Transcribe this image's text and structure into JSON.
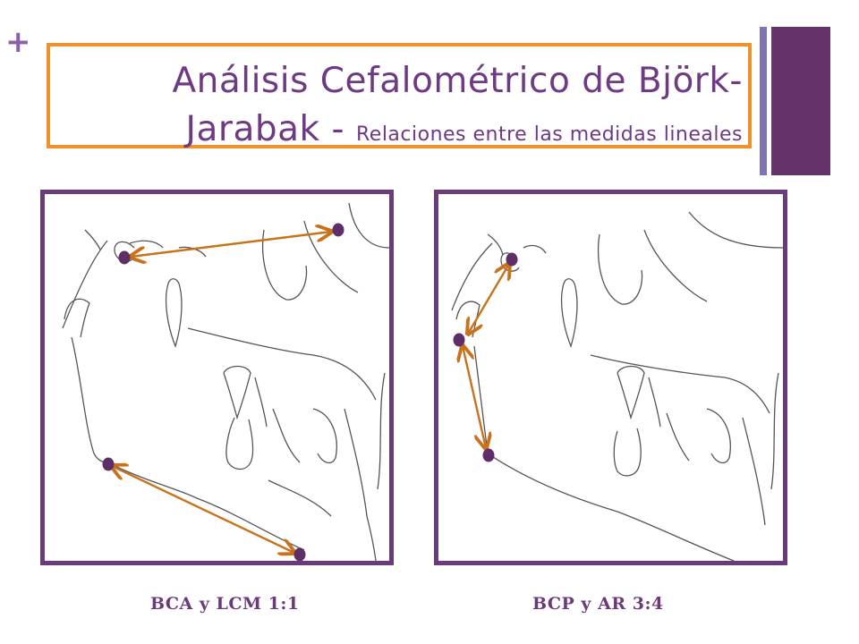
{
  "title": {
    "line1": "Análisis Cefalométrico de Björk-",
    "line2_main": "Jarabak - ",
    "line2_sub": "Relaciones entre las medidas lineales"
  },
  "captions": {
    "left": "BCA y LCM 1:1",
    "right": "BCP y AR 3:4"
  },
  "colors": {
    "accent_purple": "#6b3a7a",
    "title_border": "#f0922b",
    "arrow": "#c8731c",
    "landmark_dot": "#5d2e68"
  }
}
